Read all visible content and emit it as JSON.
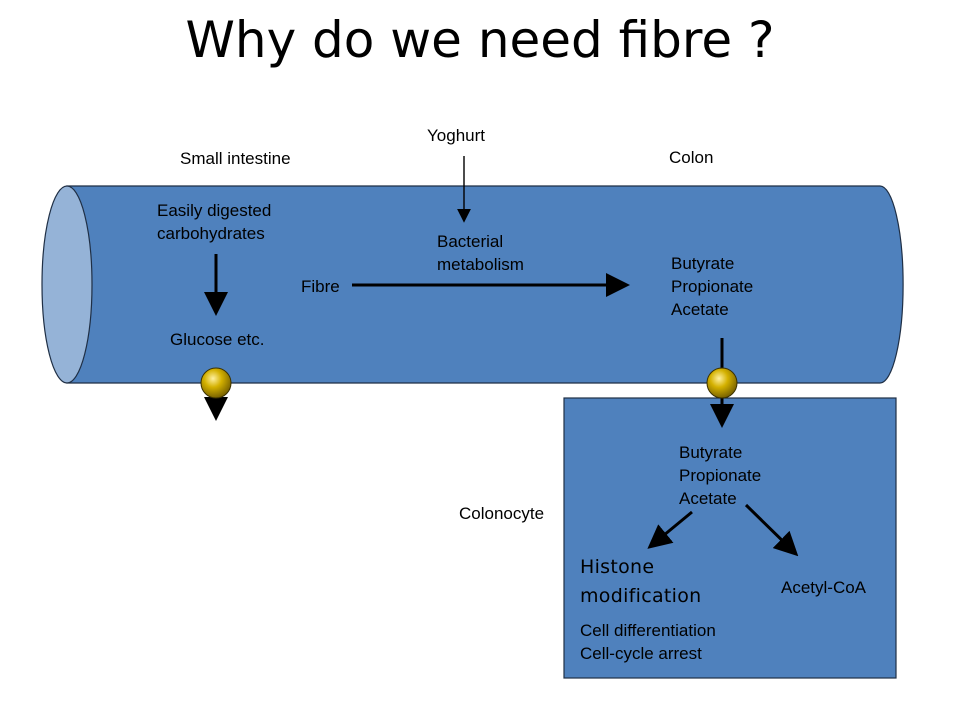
{
  "slide": {
    "title": "Why do we need fibre ?"
  },
  "labels": {
    "yoghurt": "Yoghurt",
    "small_intestine": "Small intestine",
    "colon": "Colon",
    "easily_digested_line1": "Easily digested",
    "easily_digested_line2": "carbohydrates",
    "bacterial_line1": "Bacterial",
    "bacterial_line2": "metabolism",
    "fibre": "Fibre",
    "glucose": "Glucose etc.",
    "scfa_tube_1": "Butyrate",
    "scfa_tube_2": "Propionate",
    "scfa_tube_3": "Acetate",
    "colonocyte": "Colonocyte",
    "scfa_cell_1": "Butyrate",
    "scfa_cell_2": "Propionate",
    "scfa_cell_3": "Acetate",
    "histone_line1": "Histone",
    "histone_line2": "modification",
    "acetyl_coa": "Acetyl-CoA",
    "cell_diff": "Cell differentiation",
    "cell_cycle": "Cell-cycle arrest"
  },
  "colors": {
    "tube_fill": "#4f81bd",
    "tube_end": "#95b3d7",
    "outline": "#1f2f45",
    "transporter": "#c9a700",
    "box_fill": "#4f81bd"
  }
}
